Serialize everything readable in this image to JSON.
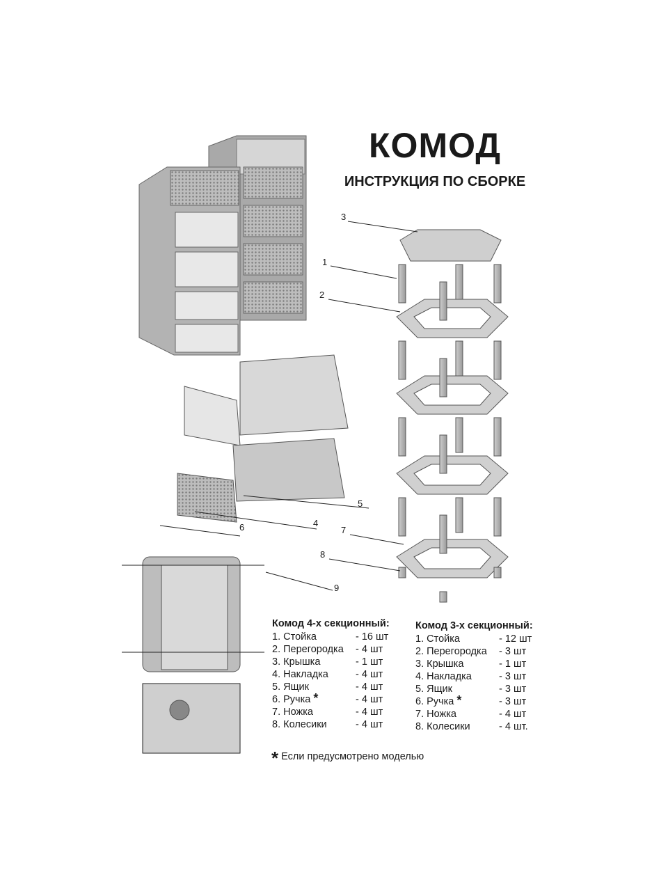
{
  "title": "КОМОД",
  "subtitle": "ИНСТРУКЦИЯ ПО СБОРКЕ",
  "callouts": [
    "1",
    "2",
    "3",
    "4",
    "5",
    "6",
    "7",
    "8",
    "9"
  ],
  "parts_4": {
    "header": "Комод 4-х секционный:",
    "items": [
      {
        "name": "1. Стойка",
        "qty": "- 16 шт"
      },
      {
        "name": "2. Перегородка",
        "qty": "- 4 шт"
      },
      {
        "name": "3. Крышка",
        "qty": "- 1 шт"
      },
      {
        "name": "4. Накладка",
        "qty": "- 4 шт"
      },
      {
        "name": "5. Ящик",
        "qty": "- 4 шт"
      },
      {
        "name": "6. Ручка",
        "qty": "- 4 шт",
        "star": "*"
      },
      {
        "name": "7. Ножка",
        "qty": "- 4 шт"
      },
      {
        "name": "8. Колесики",
        "qty": "- 4 шт"
      }
    ]
  },
  "parts_3": {
    "header": "Комод 3-х секционный:",
    "items": [
      {
        "name": "1. Стойка",
        "qty": "- 12 шт"
      },
      {
        "name": "2. Перегородка",
        "qty": "- 3 шт"
      },
      {
        "name": "3. Крышка",
        "qty": "- 1 шт"
      },
      {
        "name": "4. Накладка",
        "qty": "- 3 шт"
      },
      {
        "name": "5. Ящик",
        "qty": "- 3 шт"
      },
      {
        "name": "6. Ручка",
        "qty": "- 3 шт",
        "star": "*"
      },
      {
        "name": "7. Ножка",
        "qty": "- 4 шт"
      },
      {
        "name": "8. Колесики",
        "qty": "- 4 шт."
      }
    ]
  },
  "note": {
    "star": "*",
    "text": "Если предусмотрено моделью"
  }
}
